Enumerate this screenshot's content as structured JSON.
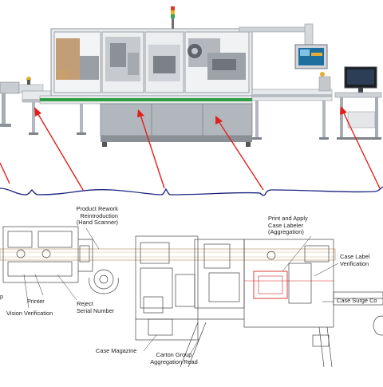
{
  "labels": {
    "product_rework": [
      "Product Rework",
      "Reintroduction",
      "(Hand Scanner)"
    ],
    "print_apply": [
      "Print and Apply",
      "Case Labeler",
      "(Aggregation)"
    ],
    "case_label_verification": [
      "Case Label",
      "Verification"
    ],
    "case_surge": "Case Surge Co",
    "printer": "Printer",
    "vision_verification": "Vision Verification",
    "reject_serial": [
      "Reject",
      "Serial Number"
    ],
    "case_magazine": "Case Magazine",
    "carton_group": [
      "Carton Group",
      "Aggregation Read"
    ],
    "cut_p": "p"
  },
  "colors": {
    "arrow": "#e0201c",
    "divider": "#1a237e",
    "machine_frame": "#9aa0a6",
    "green_stripe": "#2e9e45",
    "schematic_line": "#444444",
    "conveyor_tan": "#d8b892",
    "highlight_red": "#d12a2a"
  }
}
